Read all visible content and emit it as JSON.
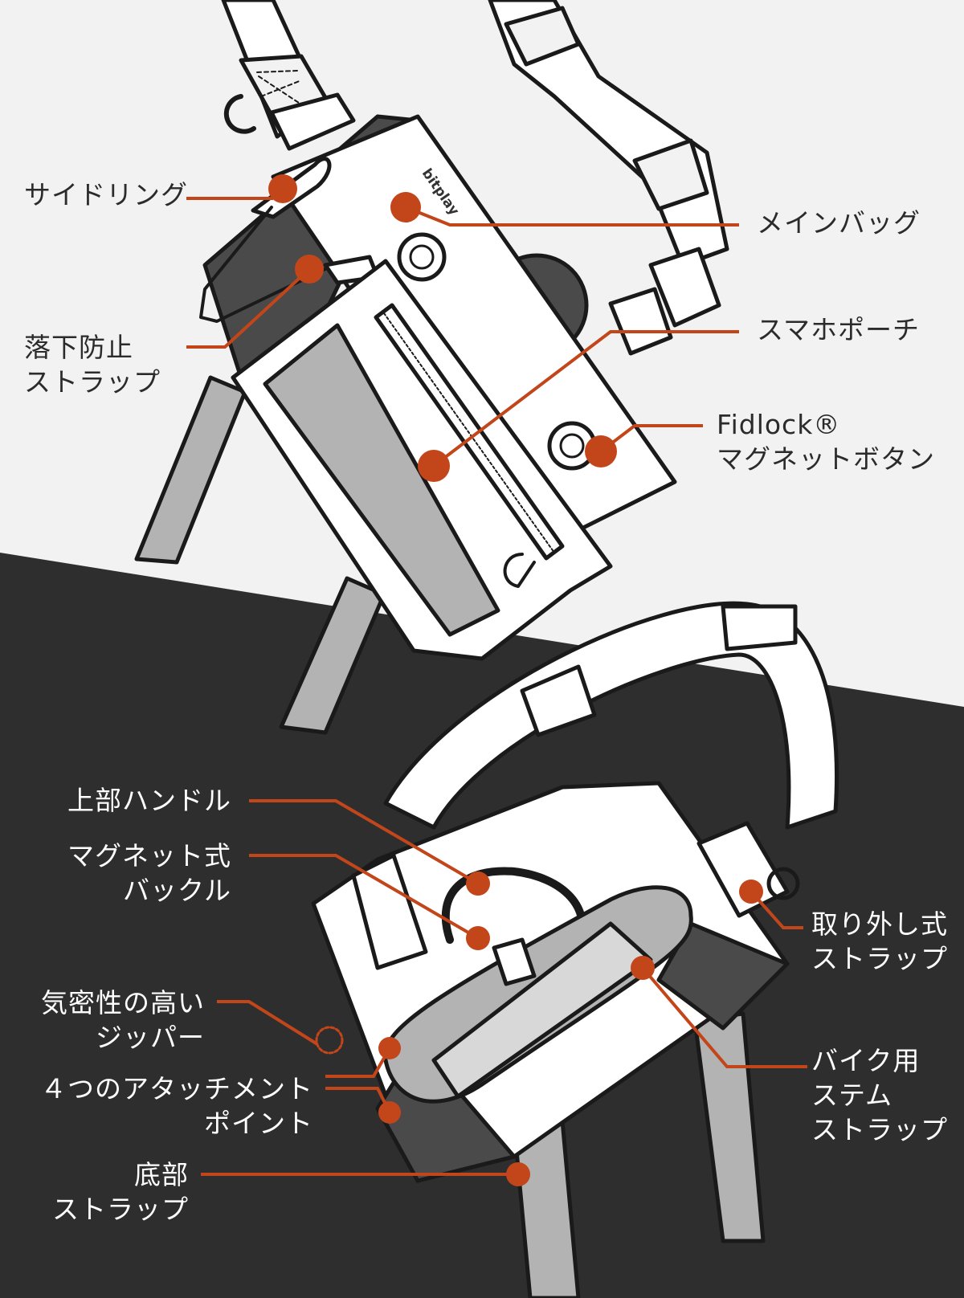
{
  "brand": "bitplay",
  "colors": {
    "accent": "#c2461a",
    "background_top": "#f2f2f2",
    "background_bottom": "#2e2e2e",
    "outline": "#1a1a1a",
    "gray_strap": "#b3b3b3",
    "dark_panel": "#4a4a4a"
  },
  "labels": {
    "side_ring": "サイドリング",
    "drop_strap": [
      "落下防止",
      "ストラップ"
    ],
    "main_bag": "メインバッグ",
    "phone_pouch": "スマホポーチ",
    "fidlock": [
      "Fidlock®",
      "マグネットボタン"
    ],
    "top_handle": "上部ハンドル",
    "magnetic_buckle": [
      "マグネット式",
      "バックル"
    ],
    "removable_strap": [
      "取り外し式",
      "ストラップ"
    ],
    "airtight_zipper": [
      "気密性の高い",
      "ジッパー"
    ],
    "attachment_points": [
      "４つのアタッチメント",
      "ポイント"
    ],
    "stem_strap": [
      "バイク用",
      "ステム",
      "ストラップ"
    ],
    "bottom_strap": [
      "底部",
      "ストラップ"
    ]
  }
}
